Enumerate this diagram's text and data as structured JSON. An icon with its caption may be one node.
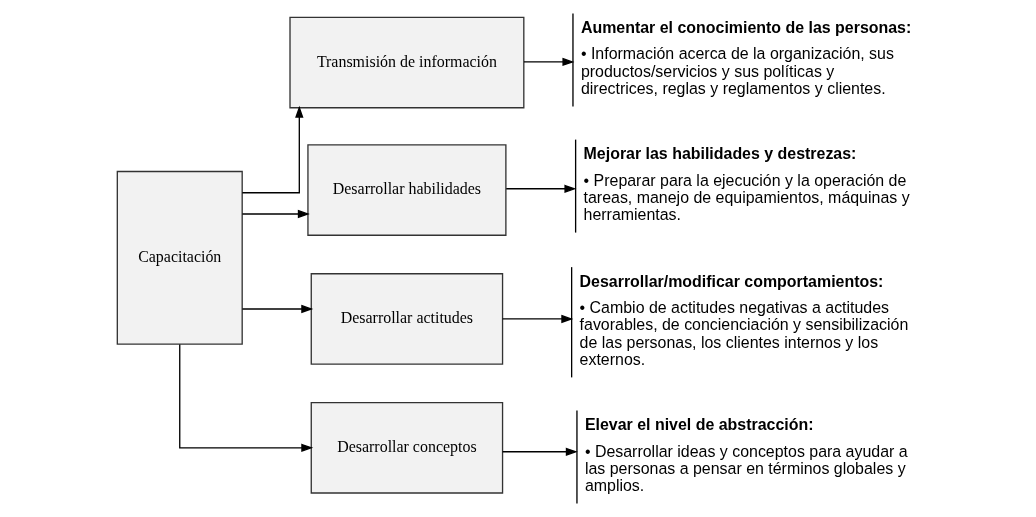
{
  "diagram": {
    "nodes": [
      {
        "text": [
          "Capacitación"
        ]
      },
      {
        "text": [
          "Transmisión de información"
        ]
      },
      {
        "text": [
          "Desarrollar habilidades"
        ]
      },
      {
        "text": [
          "Desarrollar actitudes"
        ]
      },
      {
        "text": [
          "Desarrollar conceptos"
        ]
      },
      {
        "text": [
          "Aumentar el conocimiento de las personas:",
          "• Información acerca de la organización, sus productos/servicios y sus políticas y directrices, reglas y reglamentos y clientes."
        ]
      },
      {
        "text": [
          "Mejorar las habilidades y destrezas:",
          "• Preparar para la ejecución y la operación de tareas, manejo de equipamientos, máquinas y herramientas."
        ]
      },
      {
        "text": [
          "Desarrollar/modificar comportamientos:",
          "• Cambio de actitudes negativas a actitudes favorables, de concienciación y sensibilización de las personas, los clientes internos y los externos."
        ]
      },
      {
        "text": [
          "Elevar el nivel de abstracción:",
          "• Desarrollar ideas y conceptos para ayudar a las personas a pensar en términos globales y amplios."
        ]
      }
    ],
    "edges": [
      {
        "from": 0,
        "to": 1,
        "arrow": "to"
      },
      {
        "from": 0,
        "to": 2,
        "arrow": "to"
      },
      {
        "from": 0,
        "to": 3,
        "arrow": "to"
      },
      {
        "from": 0,
        "to": 4,
        "arrow": "to"
      },
      {
        "from": 1,
        "to": 5,
        "arrow": "to"
      },
      {
        "from": 2,
        "to": 6,
        "arrow": "to"
      },
      {
        "from": 3,
        "to": 7,
        "arrow": "to"
      },
      {
        "from": 4,
        "to": 8,
        "arrow": "to"
      }
    ]
  }
}
